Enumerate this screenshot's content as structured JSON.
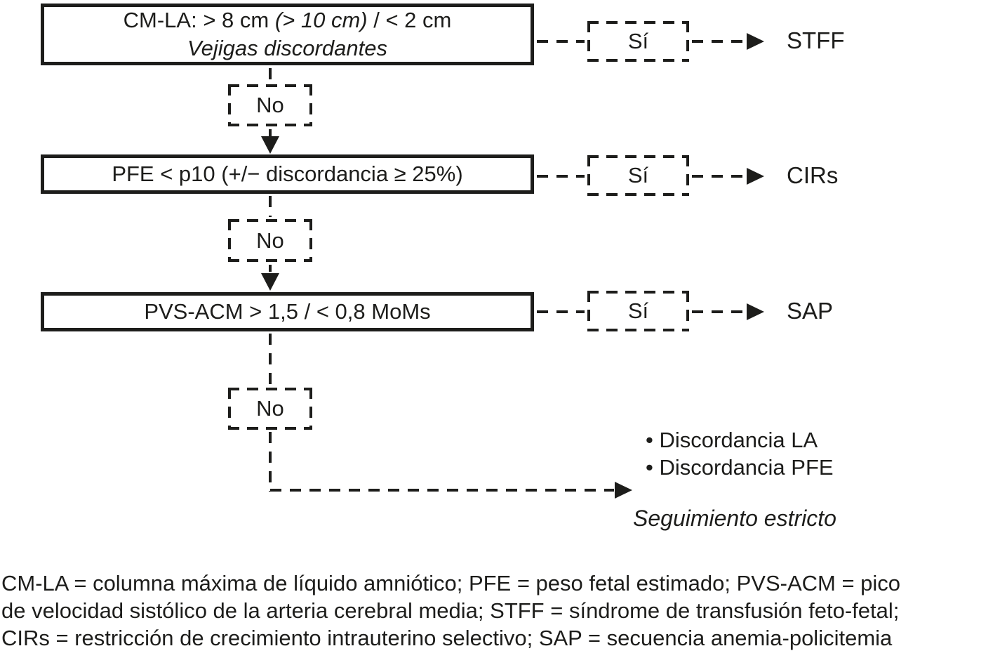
{
  "ink_color": "#1d1d1b",
  "flowchart": {
    "steps": [
      {
        "condition_line1_prefix": "CM-LA: > 8 cm ",
        "condition_line1_italic": "(> 10 cm)",
        "condition_line1_suffix": " / < 2 cm",
        "condition_line2": "Vejigas discordantes",
        "yes_label": "Sí",
        "outcome": "STFF",
        "no_label": "No"
      },
      {
        "condition": "PFE < p10 (+/− discordancia ≥ 25%)",
        "yes_label": "Sí",
        "outcome": "CIRs",
        "no_label": "No"
      },
      {
        "condition": "PVS-ACM > 1,5 / < 0,8 MoMs",
        "yes_label": "Sí",
        "outcome": "SAP",
        "no_label": "No"
      }
    ],
    "final": {
      "bullet_glyph": "•",
      "bullets": [
        "Discordancia LA",
        "Discordancia PFE"
      ],
      "followup": "Seguimiento estricto"
    }
  },
  "caption": {
    "lines": [
      "CM-LA = columna máxima de líquido amniótico; PFE = peso fetal estimado; PVS-ACM = pico",
      "de velocidad sistólico de la arteria cerebral media; STFF = síndrome de transfusión feto-fetal;",
      "CIRs = restricción de crecimiento intrauterino selectivo; SAP = secuencia anemia-policitemia"
    ]
  }
}
